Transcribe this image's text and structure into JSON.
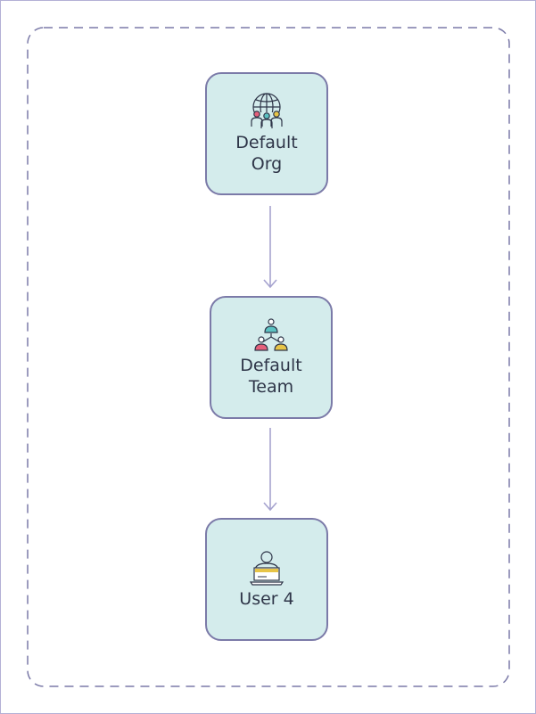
{
  "diagram": {
    "nodes": [
      {
        "id": "org",
        "label": "Default\nOrg",
        "icon": "organization-globe-icon"
      },
      {
        "id": "team",
        "label": "Default\nTeam",
        "icon": "team-hierarchy-icon"
      },
      {
        "id": "user",
        "label": "User 4",
        "icon": "user-laptop-icon"
      }
    ],
    "edges": [
      {
        "from": "org",
        "to": "team"
      },
      {
        "from": "team",
        "to": "user"
      }
    ]
  },
  "colors": {
    "node_fill": "#d4ecec",
    "node_border": "#7b7aa8",
    "edge": "#a6a3cf",
    "group_border": "#7b7aa8",
    "icon_red": "#e5607b",
    "icon_teal": "#5cc1c1",
    "icon_yellow": "#e7c447",
    "text": "#2e3548"
  }
}
